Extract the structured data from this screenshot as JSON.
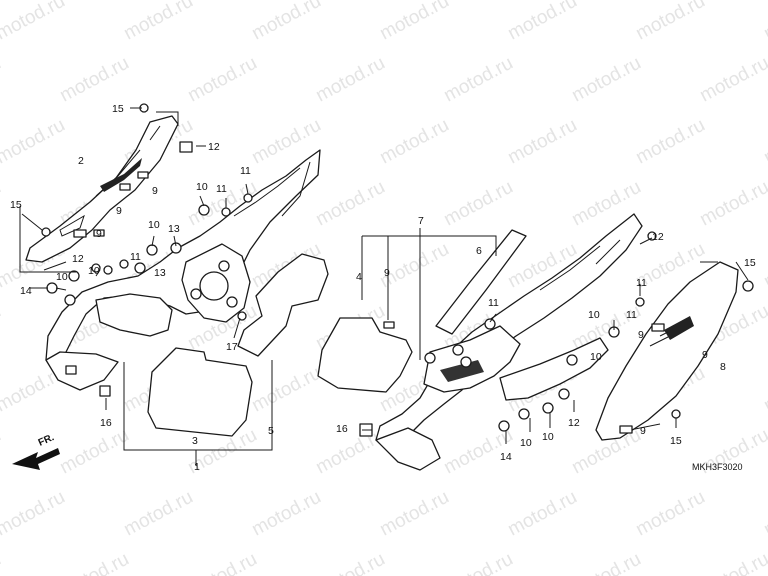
{
  "diagram": {
    "drawing_code": "MKH3F3020",
    "front_marker": "FR.",
    "watermark_text": "motod.ru",
    "callouts": [
      {
        "id": "c15a",
        "text": "15"
      },
      {
        "id": "c2",
        "text": "2"
      },
      {
        "id": "c12a",
        "text": "12"
      },
      {
        "id": "c9a",
        "text": "9"
      },
      {
        "id": "c9b",
        "text": "9"
      },
      {
        "id": "c9c",
        "text": "9"
      },
      {
        "id": "c15b",
        "text": "15"
      },
      {
        "id": "c12b",
        "text": "12"
      },
      {
        "id": "c10a",
        "text": "10"
      },
      {
        "id": "c11a",
        "text": "11"
      },
      {
        "id": "c11b",
        "text": "11"
      },
      {
        "id": "c10b",
        "text": "10"
      },
      {
        "id": "c13a",
        "text": "13"
      },
      {
        "id": "c11c",
        "text": "11"
      },
      {
        "id": "c10c",
        "text": "10"
      },
      {
        "id": "c13b",
        "text": "13"
      },
      {
        "id": "c14a",
        "text": "14"
      },
      {
        "id": "c10d",
        "text": "10"
      },
      {
        "id": "c17",
        "text": "17"
      },
      {
        "id": "c16a",
        "text": "16"
      },
      {
        "id": "c3",
        "text": "3"
      },
      {
        "id": "c5",
        "text": "5"
      },
      {
        "id": "c1",
        "text": "1"
      },
      {
        "id": "c7",
        "text": "7"
      },
      {
        "id": "c4",
        "text": "4"
      },
      {
        "id": "c9d",
        "text": "9"
      },
      {
        "id": "c6",
        "text": "6"
      },
      {
        "id": "c11d",
        "text": "11"
      },
      {
        "id": "c12c",
        "text": "12"
      },
      {
        "id": "c15c",
        "text": "15"
      },
      {
        "id": "c11e",
        "text": "11"
      },
      {
        "id": "c11f",
        "text": "11"
      },
      {
        "id": "c10e",
        "text": "10"
      },
      {
        "id": "c9e",
        "text": "9"
      },
      {
        "id": "c10f",
        "text": "10"
      },
      {
        "id": "c9f",
        "text": "9"
      },
      {
        "id": "c8",
        "text": "8"
      },
      {
        "id": "c16b",
        "text": "16"
      },
      {
        "id": "c10g",
        "text": "10"
      },
      {
        "id": "c10h",
        "text": "10"
      },
      {
        "id": "c12d",
        "text": "12"
      },
      {
        "id": "c14b",
        "text": "14"
      },
      {
        "id": "c9g",
        "text": "9"
      },
      {
        "id": "c15d",
        "text": "15"
      }
    ]
  }
}
